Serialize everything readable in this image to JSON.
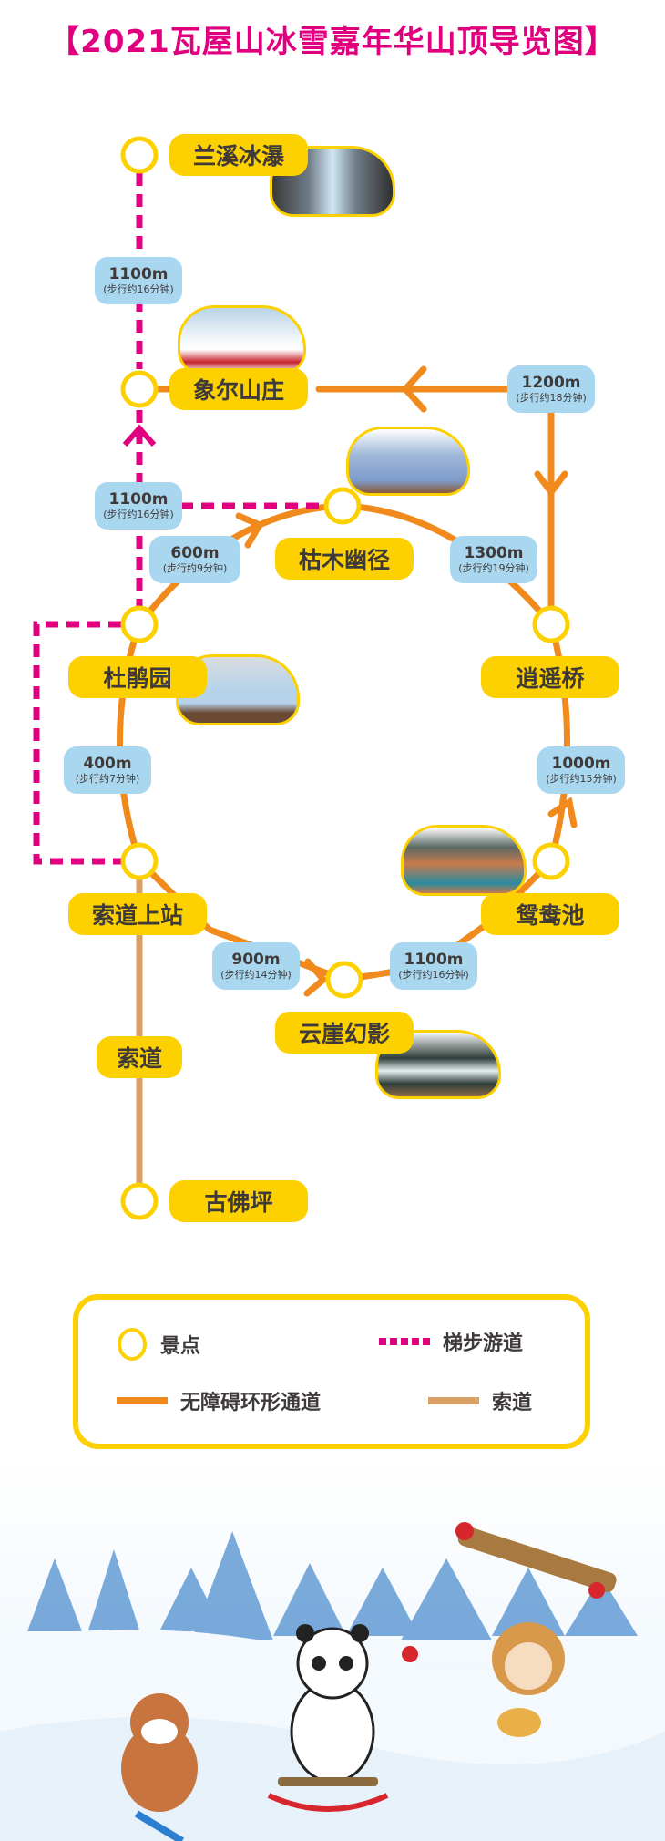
{
  "title": "【2021瓦屋山冰雪嘉年华山顶导览图】",
  "colors": {
    "title": "#e0007f",
    "node_ring": "#fdd000",
    "label_bg": "#fdd000",
    "distance_bg": "#a9d7ef",
    "stair_path": "#e0007f",
    "accessible_loop": "#f08a1c",
    "cableway": "#d9a066",
    "text": "#3e3a39"
  },
  "attractions": [
    {
      "id": "lanxi",
      "name": "兰溪冰瀑",
      "photo": "frozen-waterfall"
    },
    {
      "id": "xianger",
      "name": "象尔山庄",
      "photo": "snowboarder"
    },
    {
      "id": "kumu",
      "name": "枯木幽径",
      "photo": "ice-castle-gate"
    },
    {
      "id": "xiaoyao",
      "name": "逍遥桥",
      "photo": null
    },
    {
      "id": "dupeng",
      "name": "杜鹃园",
      "photo": "snow-castle-garden"
    },
    {
      "id": "suodao_shangzhan",
      "name": "索道上站",
      "photo": null
    },
    {
      "id": "yuanyang",
      "name": "鸳鸯池",
      "photo": "food-stall-arch"
    },
    {
      "id": "yunya",
      "name": "云崖幻影",
      "photo": "pipi-zongdongyuan-arch"
    },
    {
      "id": "gufoping",
      "name": "古佛坪",
      "photo": null
    }
  ],
  "cableway_label": "索道",
  "distances": [
    {
      "id": "lanxi-xianger",
      "meters": "1100m",
      "time": "(步行约16分钟)"
    },
    {
      "id": "xianger-kumu-stair",
      "meters": "1100m",
      "time": "(步行约16分钟)"
    },
    {
      "id": "dupeng-kumu",
      "meters": "600m",
      "time": "(步行约9分钟)"
    },
    {
      "id": "xianger-xiaoyao",
      "meters": "1200m",
      "time": "(步行约18分钟)"
    },
    {
      "id": "kumu-xiaoyao",
      "meters": "1300m",
      "time": "(步行约19分钟)"
    },
    {
      "id": "suodao-dupeng",
      "meters": "400m",
      "time": "(步行约7分钟)"
    },
    {
      "id": "xiaoyao-yuanyang",
      "meters": "1000m",
      "time": "(步行约15分钟)"
    },
    {
      "id": "suodao-yunya",
      "meters": "900m",
      "time": "(步行约14分钟)"
    },
    {
      "id": "yunya-yuanyang",
      "meters": "1100m",
      "time": "(步行约16分钟)"
    }
  ],
  "legend": {
    "attraction": "景点",
    "stair_path": "梯步游道",
    "accessible_loop": "无障碍环形通道",
    "cableway": "索道"
  },
  "scene": {
    "characters": [
      "red-panda-skiing",
      "panda-sledding",
      "monkey-hanging-with-burger",
      "red-birds"
    ],
    "background": "snowy-pine-forest"
  }
}
